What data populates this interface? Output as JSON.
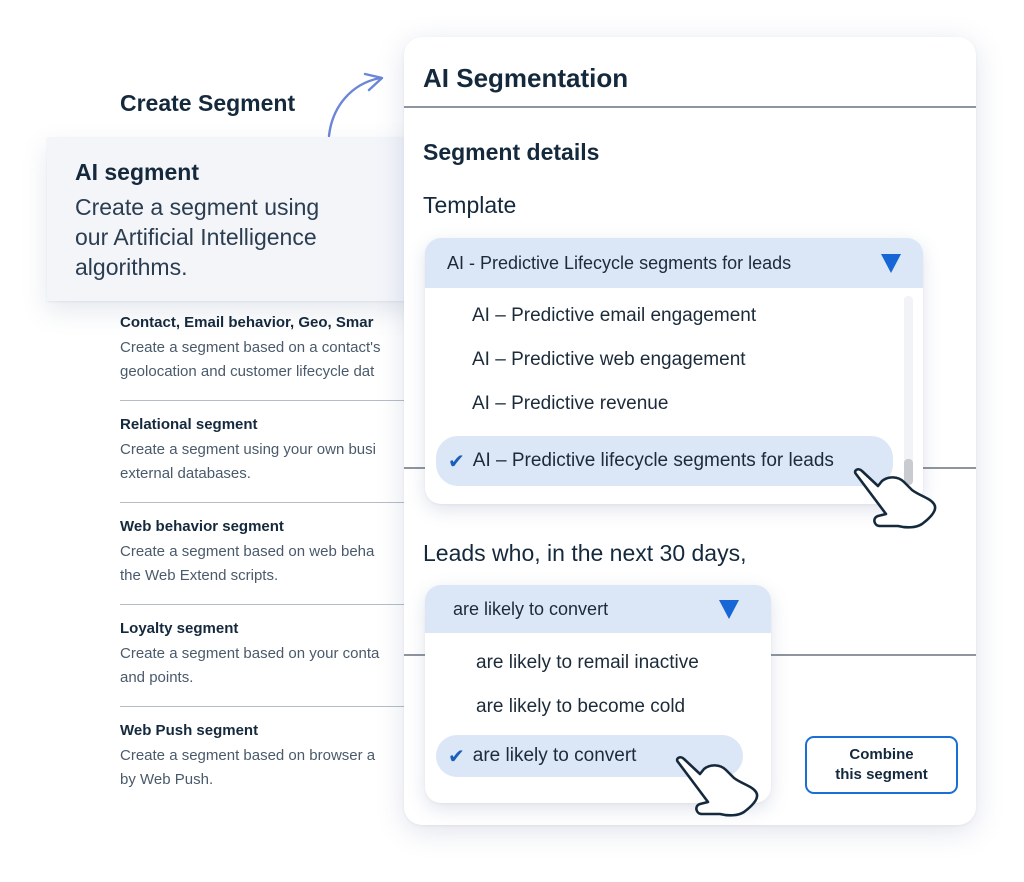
{
  "left_panel": {
    "title": "Create Segment",
    "ai_card": {
      "title": "AI segment",
      "description": "Create a segment using our Artificial Intelligence algorithms."
    },
    "segments": [
      {
        "title": "Contact, Email behavior, Geo, Smar",
        "line1": "Create a segment based on a contact's",
        "line2": "geolocation and customer lifecycle dat"
      },
      {
        "title": "Relational segment",
        "line1": "Create a segment using your own busi",
        "line2": "external databases."
      },
      {
        "title": "Web behavior segment",
        "line1": "Create a segment based on web beha",
        "line2": "the Web Extend scripts."
      },
      {
        "title": "Loyalty segment",
        "line1": "Create a segment based on your conta",
        "line2": "and points."
      },
      {
        "title": "Web Push segment",
        "line1": "Create a segment based on browser a",
        "line2": "by Web Push."
      }
    ]
  },
  "modal": {
    "title": "AI Segmentation",
    "section_title": "Segment details",
    "template_label": "Template",
    "template_dropdown": {
      "selected": "AI - Predictive Lifecycle segments for leads",
      "options": [
        "AI – Predictive email engagement",
        "AI – Predictive web engagement",
        "AI – Predictive revenue",
        "AI – Predictive lifecycle segments for leads"
      ],
      "checked_index": 3
    },
    "condition_label": "Leads who, in the next 30 days,",
    "condition_dropdown": {
      "selected": "are likely to convert",
      "options": [
        "are likely to remail inactive",
        "are likely to become cold",
        "are likely to convert"
      ],
      "checked_index": 2
    },
    "combine_button": {
      "line1": "Combine",
      "line2": "this segment"
    }
  },
  "icons": {
    "check": "✔",
    "caret": "caret-down-icon",
    "hand": "pointer-hand-icon",
    "arrow": "curved-arrow-icon"
  },
  "colors": {
    "accent": "#1766d6",
    "dropdown_bg": "#dbe6f7",
    "text_dark": "#15293d",
    "arrow": "#6b86d8"
  }
}
